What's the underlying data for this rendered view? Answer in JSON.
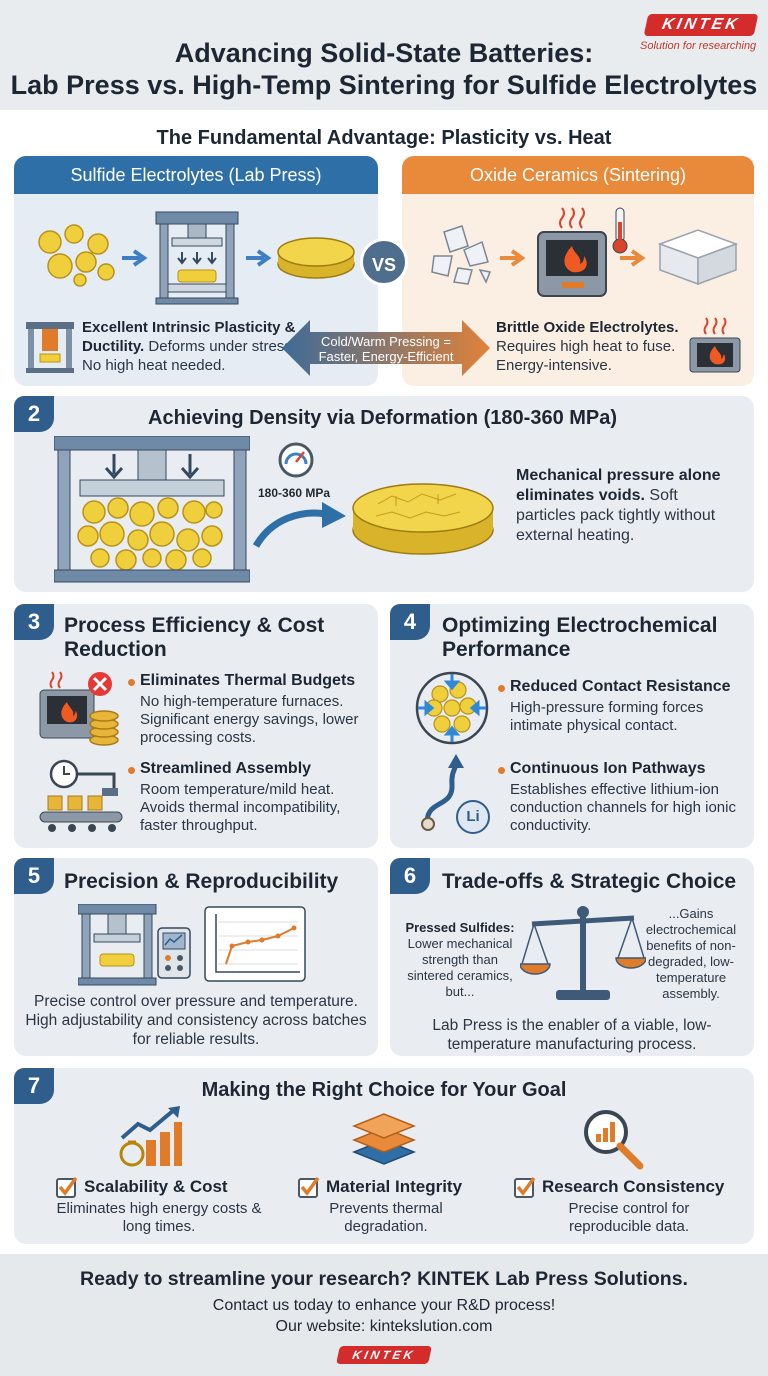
{
  "header": {
    "title_line1": "Advancing Solid-State Batteries:",
    "title_line2": "Lab Press vs. High-Temp Sintering for Sulfide Electrolytes",
    "brand": "KINTEK",
    "brand_tagline": "Solution for researching"
  },
  "section1": {
    "title": "The Fundamental Advantage: Plasticity vs. Heat",
    "left_header": "Sulfide Electrolytes (Lab Press)",
    "right_header": "Oxide Ceramics (Sintering)",
    "vs": "VS",
    "left_bold": "Excellent Intrinsic Plasticity & Ductility.",
    "left_text": "Deforms under stress. No high heat needed.",
    "arrow_line1": "Cold/Warm Pressing =",
    "arrow_line2": "Faster, Energy-Efficient",
    "right_bold": "Brittle Oxide Electrolytes.",
    "right_text": "Requires high heat to fuse. Energy-intensive."
  },
  "section2": {
    "number": "2",
    "title": "Achieving Density via Deformation (180-360 MPa)",
    "gauge_label": "180-360 MPa",
    "bold": "Mechanical pressure alone eliminates voids.",
    "text": "Soft particles pack tightly without external heating."
  },
  "section3": {
    "number": "3",
    "title_line1": "Process Efficiency & Cost",
    "title_line2": "Reduction",
    "item1_head": "Eliminates Thermal Budgets",
    "item1_text": "No high-temperature furnaces. Significant energy savings, lower processing costs.",
    "item2_head": "Streamlined Assembly",
    "item2_text": "Room temperature/mild heat. Avoids thermal incompatibility, faster throughput."
  },
  "section4": {
    "number": "4",
    "title_line1": "Optimizing Electrochemical",
    "title_line2": "Performance",
    "item1_head": "Reduced Contact Resistance",
    "item1_text": "High-pressure forming forces intimate physical contact.",
    "item2_head": "Continuous Ion Pathways",
    "item2_text": "Establishes effective lithium-ion conduction channels for high ionic conductivity.",
    "li_label": "Li"
  },
  "section5": {
    "number": "5",
    "title": "Precision & Reproducibility",
    "text": "Precise control over pressure and temperature. High adjustability and consistency across batches for reliable results."
  },
  "section6": {
    "number": "6",
    "title": "Trade-offs & Strategic Choice",
    "left_bold": "Pressed Sulfides:",
    "left_text": "Lower mechanical strength than sintered ceramics, but...",
    "right_text": "...Gains electrochemical benefits of non-degraded, low-temperature assembly.",
    "bottom": "Lab Press is the enabler of a viable, low-temperature manufacturing process."
  },
  "section7": {
    "number": "7",
    "title": "Making the Right Choice for Your Goal",
    "goals": [
      {
        "head": "Scalability & Cost",
        "text": "Eliminates high energy costs & long times."
      },
      {
        "head": "Material Integrity",
        "text": "Prevents thermal degradation."
      },
      {
        "head": "Research Consistency",
        "text": "Precise control for reproducible data."
      }
    ]
  },
  "footer": {
    "headline": "Ready to streamline your research? KINTEK Lab Press Solutions.",
    "line1": "Contact us today to enhance your R&D process!",
    "line2": "Our website: kintekslution.com",
    "brand": "KINTEK"
  }
}
